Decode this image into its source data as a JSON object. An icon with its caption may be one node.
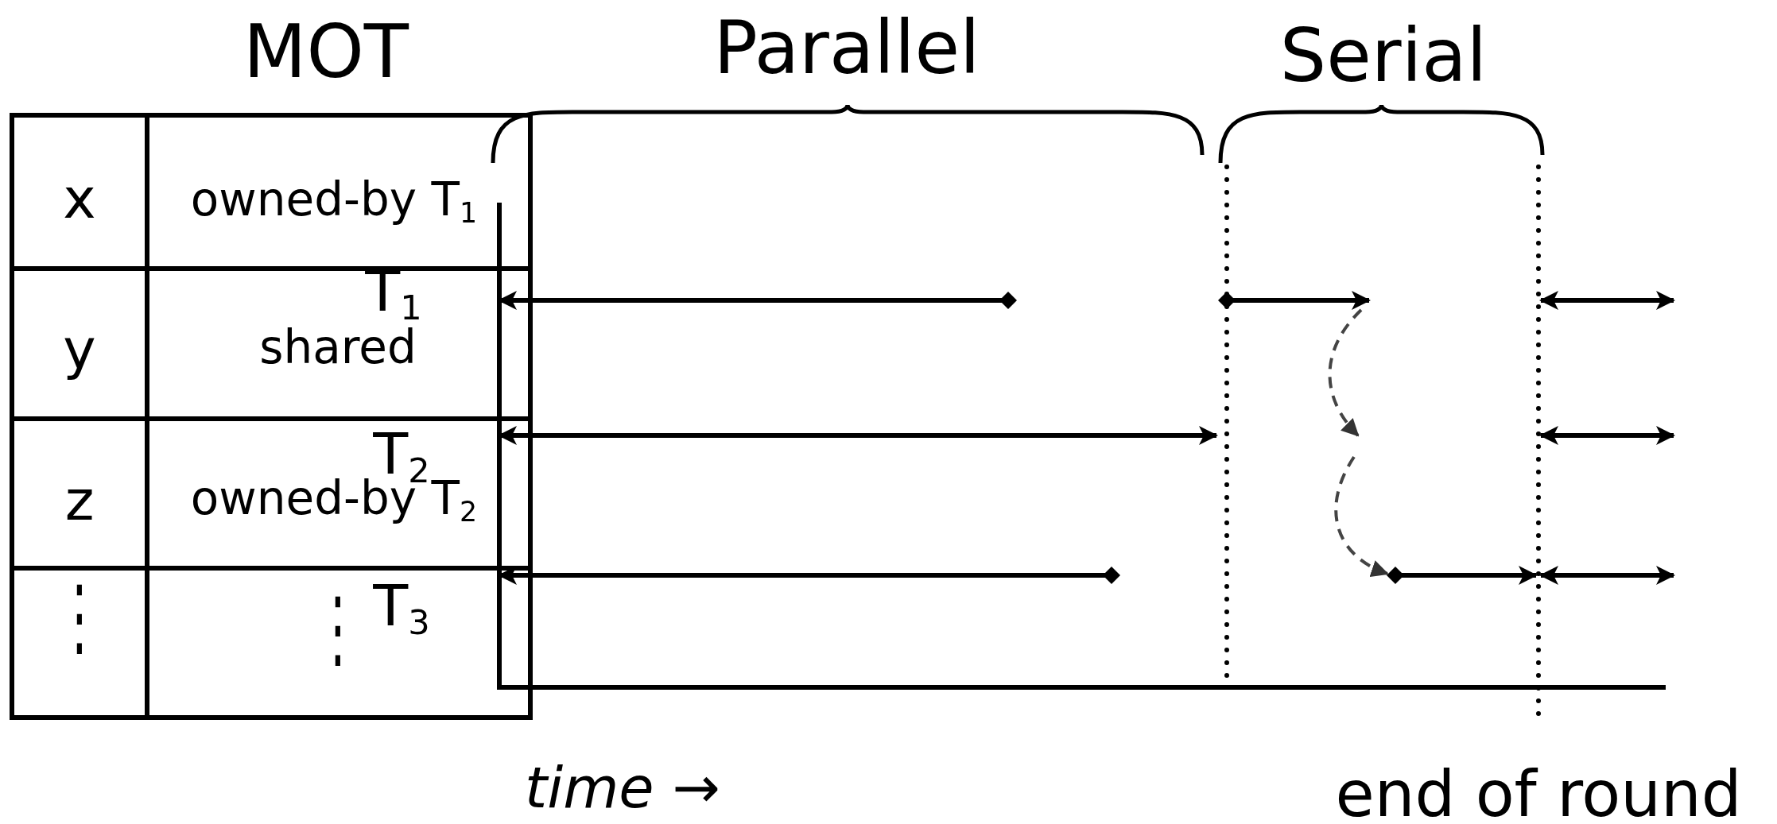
{
  "diagram": {
    "labels": [
      "MOT",
      "Parallel",
      "Serial",
      "x",
      "owned-by T$_{1}$",
      "y",
      "shared",
      "z",
      "owned-by T$_{2}$",
      "⋮",
      "⋮",
      "T$_{1}$",
      "T$_{2}$",
      "T$_{3}$",
      "*time* →",
      "end of round"
    ]
  }
}
